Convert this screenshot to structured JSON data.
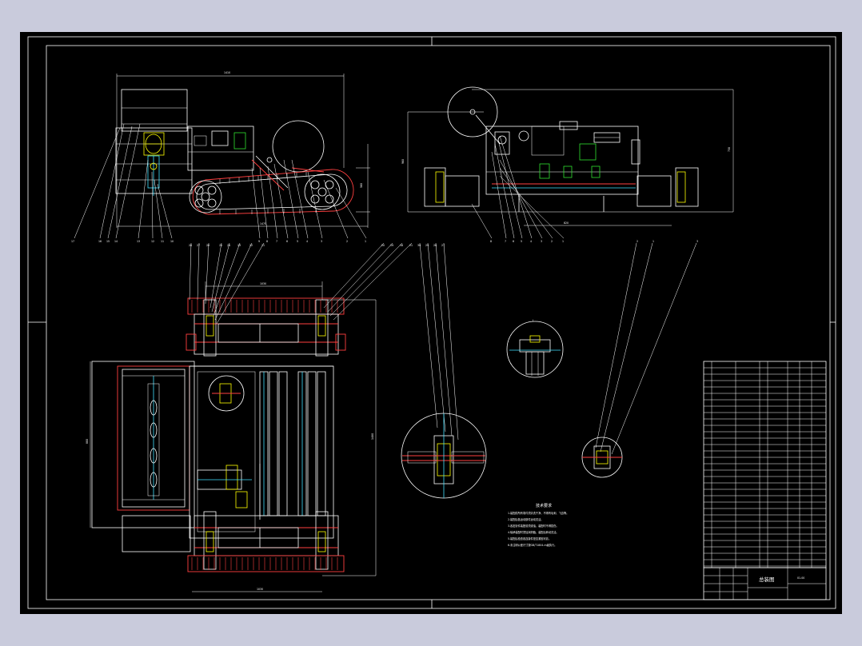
{
  "drawing": {
    "callouts_top_left": [
      "17",
      "16",
      "15",
      "14",
      "13",
      "12",
      "11",
      "10",
      "9",
      "8",
      "7",
      "6",
      "5",
      "4",
      "3",
      "2",
      "1"
    ],
    "callouts_top_right": [
      "8",
      "7",
      "6",
      "5",
      "4",
      "3",
      "2",
      "1"
    ],
    "callouts_side_right": [
      "2",
      "1",
      "3"
    ],
    "callouts_mid": [
      "28",
      "27",
      "26",
      "25",
      "24",
      "23",
      "22",
      "21",
      "20",
      "19",
      "18",
      "21",
      "30",
      "29",
      "28",
      "27"
    ],
    "notes_title": "技术要求",
    "notes": [
      "1.装配前所有零件须清洗干净，不得有毛刺、飞边等。",
      "2.装配后各运动部件运动灵活。",
      "3.各密封件装配前须浸油，装配时不得损伤。",
      "4.轴承装配时须加润滑脂，装配后转动灵活。",
      "5.装配后检查各连接件是否紧固可靠。",
      "6.未注明公差尺寸按GB/T1804-m级执行。"
    ],
    "detail_label": "I",
    "title_block": {
      "main_title": "总装图",
      "code": "01-00"
    }
  },
  "colors": {
    "background": "#c9cbdc",
    "canvas": "#000000",
    "line": "#ffffff",
    "accent_red": "#ff4040",
    "accent_yellow": "#ffff00",
    "accent_green": "#30e030",
    "accent_cyan": "#40e0ff"
  }
}
